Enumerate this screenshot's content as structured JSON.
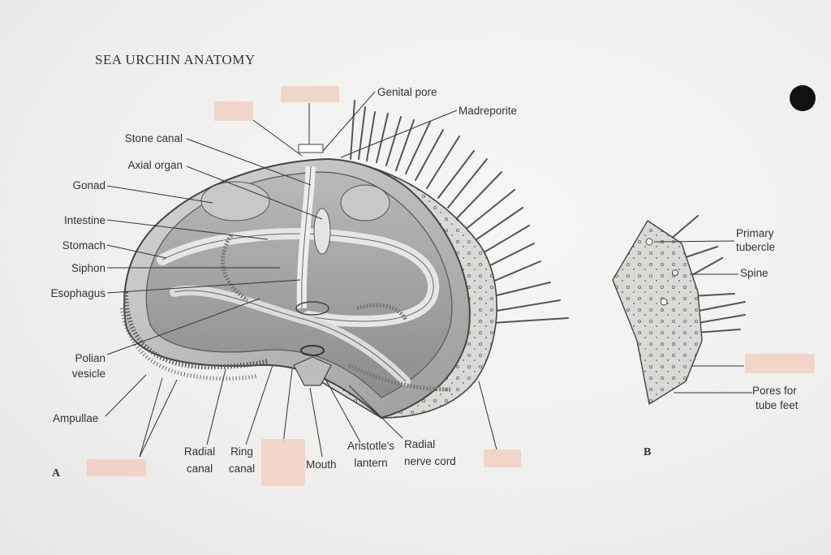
{
  "title": "SEA URCHIN ANATOMY",
  "figure_letters": {
    "a": "A",
    "b": "B"
  },
  "labels": {
    "genital_pore": "Genital pore",
    "madreporite": "Madreporite",
    "stone_canal": "Stone canal",
    "axial_organ": "Axial organ",
    "gonad": "Gonad",
    "intestine": "Intestine",
    "stomach": "Stomach",
    "siphon": "Siphon",
    "esophagus": "Esophagus",
    "polian_vesicle_1": "Polian",
    "polian_vesicle_2": "vesicle",
    "ampullae": "Ampullae",
    "radial_canal_1": "Radial",
    "radial_canal_2": "canal",
    "ring_canal_1": "Ring",
    "ring_canal_2": "canal",
    "mouth": "Mouth",
    "aristotles_lantern_1": "Aristotle's",
    "aristotles_lantern_2": "lantern",
    "radial_nerve_cord_1": "Radial",
    "radial_nerve_cord_2": "nerve cord",
    "primary_tubercle_1": "Primary",
    "primary_tubercle_2": "tubercle",
    "spine": "Spine",
    "pores_tube_feet_1": "Pores for",
    "pores_tube_feet_2": "tube feet"
  },
  "colors": {
    "blank_label": "#f2d2c4",
    "ink": "#333333",
    "paper": "#f1f1ef"
  }
}
